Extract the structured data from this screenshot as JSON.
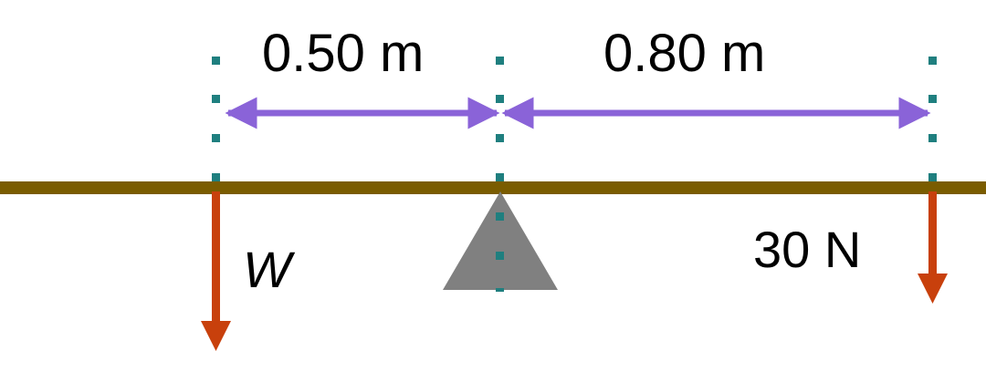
{
  "labels": {
    "left_distance": "0.50 m",
    "right_distance": "0.80 m",
    "left_force": "W",
    "right_force": "30 N"
  },
  "colors": {
    "beam": "#7a5c00",
    "fulcrum": "#808080",
    "force_arrow": "#c8400c",
    "dimension_arrow": "#8a63d8",
    "guide_dots": "#1f7f7f"
  }
}
